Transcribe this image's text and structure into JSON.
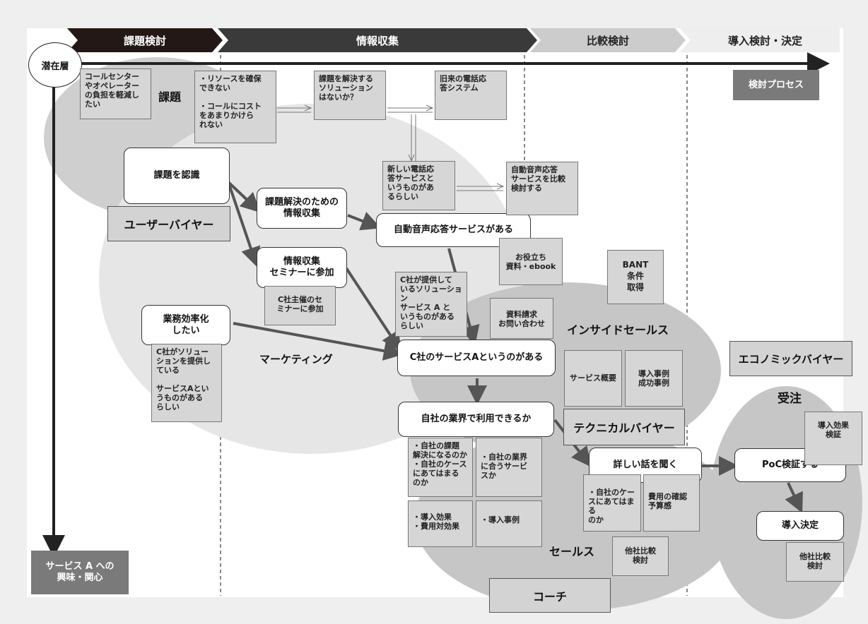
{
  "stages": [
    "課題検討",
    "情報収集",
    "比較検討",
    "導入検討・決定"
  ],
  "latent_layer": "潜在層",
  "process_label": "検討プロセス",
  "bottom_left_label": "サービス A への\n興味・関心",
  "regions": {
    "kadai": "課題",
    "marketing": "マーケティング",
    "inside_sales": "インサイドセールス",
    "sales": "セールス",
    "order": "受注"
  },
  "personas": {
    "user_buyer": "ユーザーバイヤー",
    "technical_buyer": "テクニカルバイヤー",
    "economic_buyer": "エコノミックバイヤー",
    "coach": "コーチ"
  },
  "steps": {
    "recognize": "課題を認識",
    "info_gathering": "課題解決のための\n情報収集",
    "seminar": "情報収集\nセミナーに参加",
    "efficiency": "業務効率化\nしたい",
    "auto_voice": "自動音声応答サービスがある",
    "service_a": "C社のサービスAというのがある",
    "industry": "自社の業界で利用できるか",
    "detail": "詳しい話を聞く",
    "poc": "PoC検証する",
    "decision": "導入決定"
  },
  "notes": {
    "callcenter": "コールセンター\nやオペレーター\nの負担を軽減し\nたい",
    "resources": "・リソースを確保\nできない\n\n・コールにコスト\nをあまりかけら\nれない",
    "solution_q": "課題を解決する\nソリューション\nはないか？",
    "legacy_phone": "旧来の電話応\n答システム",
    "new_phone": "新しい電話応\n答サービスと\nいうものがあ\nるらしい",
    "compare_auto": "自動音声応答\nサービスを比較\n検討する",
    "useful_docs": "お役立ち\n資料・ebook",
    "bant": "BANT\n条件\n取得",
    "c_solution": "C社が提供して\nいるソリューショ\nン\nサービス A と\nいうものがある\nらしい",
    "doc_request": "資料請求\nお問い合わせ",
    "seminar_c": "C社主催のセ\nミナーに参加",
    "c_solution2": "C社がソリュー\nションを提供し\nている\n\nサービスAとい\nうものがある\nらしい",
    "service_overview": "サービス概要",
    "case_studies": "導入事例\n成功事例",
    "solve_issue": "・自社の課題\n解決になるのか\n・自社のケース\nにあてはまる\nのか",
    "fit_industry": "・自社の業界\nに合うサービ\nスか",
    "roi": "・導入効果\n・費用対効果",
    "case_example": "・導入事例",
    "own_case": "・自社のケー\nスにあてはまる\nのか",
    "cost_check": "費用の確認\n予算感",
    "compare_other": "他社比較\n検討",
    "effect_verify": "導入効果\n検証",
    "compare_other2": "他社比較\n検討"
  },
  "colors": {
    "stage1": "#231815",
    "stage2": "#3a3a3a",
    "stage3": "#cccccc",
    "stage4": "#eeeeee",
    "ellipse": "#cfcfcf",
    "arrow": "#555555"
  }
}
